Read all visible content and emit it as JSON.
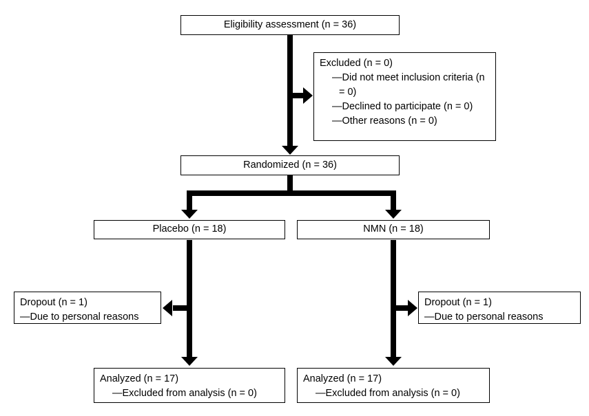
{
  "colors": {
    "box_border": "#000000",
    "box_fill": "#ffffff",
    "arrow": "#000000",
    "text": "#000000"
  },
  "nodes": {
    "eligibility": {
      "label": "Eligibility assessment (n = 36)"
    },
    "excluded": {
      "title": "Excluded (n = 0)",
      "items": [
        "—Did not meet inclusion criteria (n = 0)",
        "—Declined to participate (n = 0)",
        "—Other reasons (n = 0)"
      ]
    },
    "randomized": {
      "label": "Randomized (n = 36)"
    },
    "placebo": {
      "label": "Placebo (n = 18)"
    },
    "nmn": {
      "label": "NMN (n = 18)"
    },
    "dropout_placebo": {
      "title": "Dropout (n = 1)",
      "items": [
        "—Due to personal reasons"
      ]
    },
    "dropout_nmn": {
      "title": "Dropout (n = 1)",
      "items": [
        "—Due to personal reasons"
      ]
    },
    "analyzed_placebo": {
      "title": "Analyzed (n = 17)",
      "items": [
        "—Excluded from analysis (n = 0)"
      ]
    },
    "analyzed_nmn": {
      "title": "Analyzed (n = 17)",
      "items": [
        "—Excluded from analysis (n = 0)"
      ]
    }
  }
}
